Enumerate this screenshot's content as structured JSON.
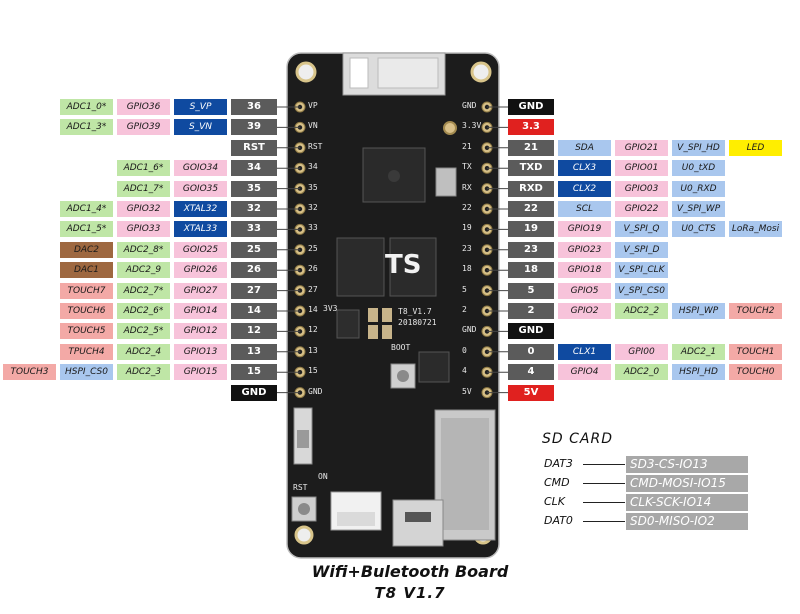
{
  "colors": {
    "power_black": "#111111",
    "power_red": "#e0211f",
    "pin_number_gray": "#5b5b5b",
    "adc_green": "#bfe6a6",
    "gpio_pink": "#f7c3da",
    "dark_blue": "#0f4aa0",
    "light_blue": "#a9c7ee",
    "touch_red": "#f3a9a6",
    "dac_brown": "#9e6840",
    "led_yellow": "#ffee00",
    "sd_gray": "#a8a8a8"
  },
  "left_rows": [
    {
      "pin": "36",
      "cells": [
        {
          "text": "ADC1_0*",
          "kind": "adc"
        },
        {
          "text": "GPIO36",
          "kind": "gpio"
        },
        {
          "text": "S_VP",
          "kind": "blue"
        }
      ]
    },
    {
      "pin": "39",
      "cells": [
        {
          "text": "ADC1_3*",
          "kind": "adc"
        },
        {
          "text": "GPIO39",
          "kind": "gpio"
        },
        {
          "text": "S_VN",
          "kind": "blue"
        }
      ]
    },
    {
      "pin": "RST",
      "cells": []
    },
    {
      "pin": "34",
      "cells": [
        {
          "text": "ADC1_6*",
          "kind": "adc"
        },
        {
          "text": "GOIO34",
          "kind": "gpio"
        }
      ]
    },
    {
      "pin": "35",
      "cells": [
        {
          "text": "ADC1_7*",
          "kind": "adc"
        },
        {
          "text": "GOIO35",
          "kind": "gpio"
        }
      ]
    },
    {
      "pin": "32",
      "cells": [
        {
          "text": "ADC1_4*",
          "kind": "adc"
        },
        {
          "text": "GPIO32",
          "kind": "gpio"
        },
        {
          "text": "XTAL32",
          "kind": "blue"
        }
      ]
    },
    {
      "pin": "33",
      "cells": [
        {
          "text": "ADC1_5*",
          "kind": "adc"
        },
        {
          "text": "GPIO33",
          "kind": "gpio"
        },
        {
          "text": "XTAL33",
          "kind": "blue"
        }
      ]
    },
    {
      "pin": "25",
      "cells": [
        {
          "text": "DAC2",
          "kind": "dac"
        },
        {
          "text": "ADC2_8*",
          "kind": "adc"
        },
        {
          "text": "GOIO25",
          "kind": "gpio"
        }
      ]
    },
    {
      "pin": "26",
      "cells": [
        {
          "text": "DAC1",
          "kind": "dac"
        },
        {
          "text": "ADC2_9",
          "kind": "adc"
        },
        {
          "text": "GPIO26",
          "kind": "gpio"
        }
      ]
    },
    {
      "pin": "27",
      "cells": [
        {
          "text": "TOUCH7",
          "kind": "touch"
        },
        {
          "text": "ADC2_7*",
          "kind": "adc"
        },
        {
          "text": "GPIO27",
          "kind": "gpio"
        }
      ]
    },
    {
      "pin": "14",
      "cells": [
        {
          "text": "TOUCH6",
          "kind": "touch"
        },
        {
          "text": "ADC2_6*",
          "kind": "adc"
        },
        {
          "text": "GPIO14",
          "kind": "gpio"
        }
      ]
    },
    {
      "pin": "12",
      "cells": [
        {
          "text": "TOUCH5",
          "kind": "touch"
        },
        {
          "text": "ADC2_5*",
          "kind": "adc"
        },
        {
          "text": "GPIO12",
          "kind": "gpio"
        }
      ]
    },
    {
      "pin": "13",
      "cells": [
        {
          "text": "TPUCH4",
          "kind": "touch"
        },
        {
          "text": "ADC2_4",
          "kind": "adc"
        },
        {
          "text": "GPIO13",
          "kind": "gpio"
        }
      ]
    },
    {
      "pin": "15",
      "cells": [
        {
          "text": "TOUCH3",
          "kind": "touch"
        },
        {
          "text": "HSPI_CS0",
          "kind": "lblue"
        },
        {
          "text": "ADC2_3",
          "kind": "adc"
        },
        {
          "text": "GPIO15",
          "kind": "gpio"
        }
      ]
    },
    {
      "pin": "GND",
      "cells": []
    }
  ],
  "right_rows": [
    {
      "pin": "GND",
      "cells": []
    },
    {
      "pin": "3.3",
      "cells": []
    },
    {
      "pin": "21",
      "cells": [
        {
          "text": "SDA",
          "kind": "lblue"
        },
        {
          "text": "GPIO21",
          "kind": "gpio"
        },
        {
          "text": "V_SPI_HD",
          "kind": "lblue"
        },
        {
          "text": "LED",
          "kind": "led"
        }
      ]
    },
    {
      "pin": "TXD",
      "cells": [
        {
          "text": "CLX3",
          "kind": "blue"
        },
        {
          "text": "GPIO01",
          "kind": "gpio"
        },
        {
          "text": "U0_tXD",
          "kind": "lblue"
        }
      ]
    },
    {
      "pin": "RXD",
      "cells": [
        {
          "text": "CLX2",
          "kind": "blue"
        },
        {
          "text": "GPIO03",
          "kind": "gpio"
        },
        {
          "text": "U0_RXD",
          "kind": "lblue"
        }
      ]
    },
    {
      "pin": "22",
      "cells": [
        {
          "text": "SCL",
          "kind": "lblue"
        },
        {
          "text": "GPIO22",
          "kind": "gpio"
        },
        {
          "text": "V_SPI_WP",
          "kind": "lblue"
        }
      ]
    },
    {
      "pin": "19",
      "cells": [
        {
          "text": "GPIO19",
          "kind": "gpio"
        },
        {
          "text": "V_SPI_Q",
          "kind": "lblue"
        },
        {
          "text": "U0_CTS",
          "kind": "lblue"
        },
        {
          "text": "LoRa_Mosi",
          "kind": "lblue"
        }
      ]
    },
    {
      "pin": "23",
      "cells": [
        {
          "text": "GPIO23",
          "kind": "gpio"
        },
        {
          "text": "V_SPI_D",
          "kind": "lblue"
        }
      ]
    },
    {
      "pin": "18",
      "cells": [
        {
          "text": "GPIO18",
          "kind": "gpio"
        },
        {
          "text": "V_SPI_CLK",
          "kind": "lblue"
        }
      ]
    },
    {
      "pin": "5",
      "cells": [
        {
          "text": "GPIO5",
          "kind": "gpio"
        },
        {
          "text": "V_SPI_CS0",
          "kind": "lblue"
        }
      ]
    },
    {
      "pin": "2",
      "cells": [
        {
          "text": "GPIO2",
          "kind": "gpio"
        },
        {
          "text": "ADC2_2",
          "kind": "adc"
        },
        {
          "text": "HSPI_WP",
          "kind": "lblue"
        },
        {
          "text": "TOUCH2",
          "kind": "touch"
        }
      ]
    },
    {
      "pin": "GND",
      "cells": []
    },
    {
      "pin": "0",
      "cells": [
        {
          "text": "CLX1",
          "kind": "blue"
        },
        {
          "text": "GPI00",
          "kind": "gpio"
        },
        {
          "text": "ADC2_1",
          "kind": "adc"
        },
        {
          "text": "TOUCH1",
          "kind": "touch"
        }
      ]
    },
    {
      "pin": "4",
      "cells": [
        {
          "text": "GPIO4",
          "kind": "gpio"
        },
        {
          "text": "ADC2_0",
          "kind": "adc"
        },
        {
          "text": "HSPI_HD",
          "kind": "lblue"
        },
        {
          "text": "TOUCH0",
          "kind": "touch"
        }
      ]
    },
    {
      "pin": "5V",
      "cells": []
    }
  ],
  "sd_card": {
    "title": "SD CARD",
    "rows": [
      {
        "name": "DAT3",
        "value": "SD3-CS-IO13"
      },
      {
        "name": "CMD",
        "value": "CMD-MOSI-IO15"
      },
      {
        "name": "CLK",
        "value": "CLK-SCK-IO14"
      },
      {
        "name": "DAT0",
        "value": "SD0-MISO-IO2"
      }
    ]
  },
  "board": {
    "left_silk": [
      "VP",
      "VN",
      "RST",
      "34",
      "35",
      "32",
      "33",
      "25",
      "26",
      "27",
      "14",
      "12",
      "13",
      "15",
      "GND"
    ],
    "right_silk": [
      "GND",
      "3.3V",
      "21",
      "TX",
      "RX",
      "22",
      "19",
      "23",
      "18",
      "5",
      "2",
      "GND",
      "0",
      "4",
      "5V"
    ],
    "logo": "TS",
    "version": "T8_V1.7",
    "date": "20180721",
    "boot": "BOOT",
    "rst": "RST",
    "on": "ON",
    "reg": "3V3"
  },
  "caption": {
    "line1": "Wifi+Buletooth Board",
    "line2": "T8 V1.7"
  }
}
